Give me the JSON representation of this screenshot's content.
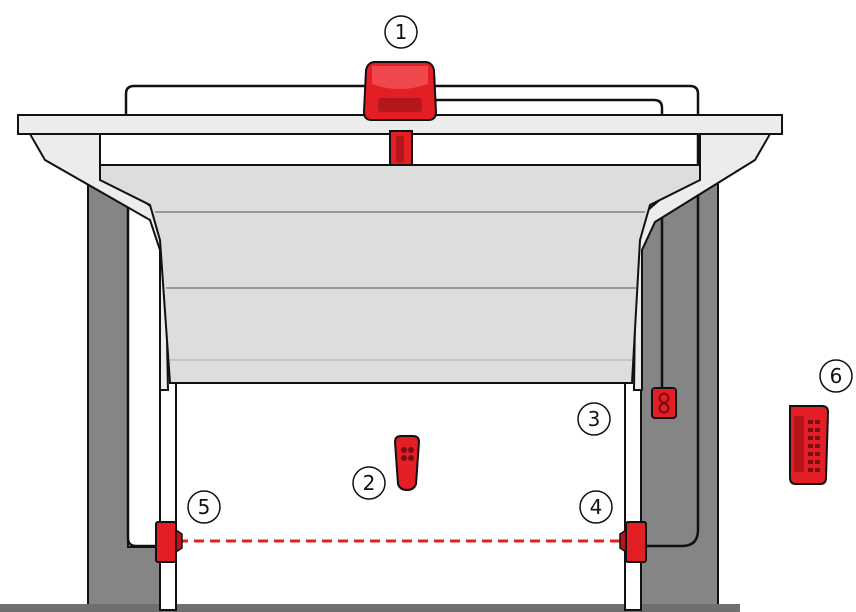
{
  "colors": {
    "red": "#e31e24",
    "red_dark": "#a3141a",
    "wall": "#858585",
    "door_panel": "#dcdddc",
    "frame": "#ececec",
    "outline": "#111111"
  },
  "callouts": [
    {
      "label": "1",
      "component": "garage-door-opener-motor"
    },
    {
      "label": "2",
      "component": "handheld-remote-control"
    },
    {
      "label": "3",
      "component": "wall-switch-button"
    },
    {
      "label": "4",
      "component": "photocell-sensor-right"
    },
    {
      "label": "5",
      "component": "photocell-sensor-left"
    },
    {
      "label": "6",
      "component": "wireless-keypad"
    }
  ]
}
